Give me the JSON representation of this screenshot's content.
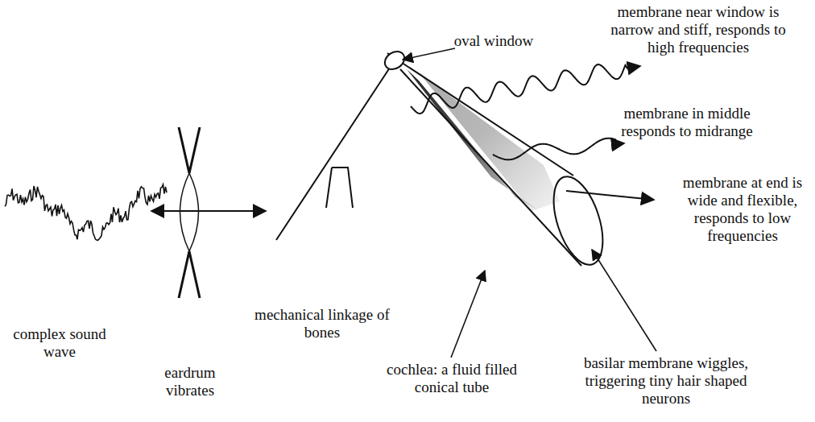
{
  "diagram": {
    "labels": [
      "membrane near window is narrow and stiff, responds to high frequencies",
      "oval window",
      "membrane in middle responds to midrange",
      "membrane at end is wide and flexible, responds to low frequencies",
      "complex sound wave",
      "eardrum vibrates",
      "mechanical linkage of bones",
      "cochlea: a fluid filled conical tube",
      "basilar membrane wiggles, triggering tiny hair shaped neurons"
    ]
  }
}
